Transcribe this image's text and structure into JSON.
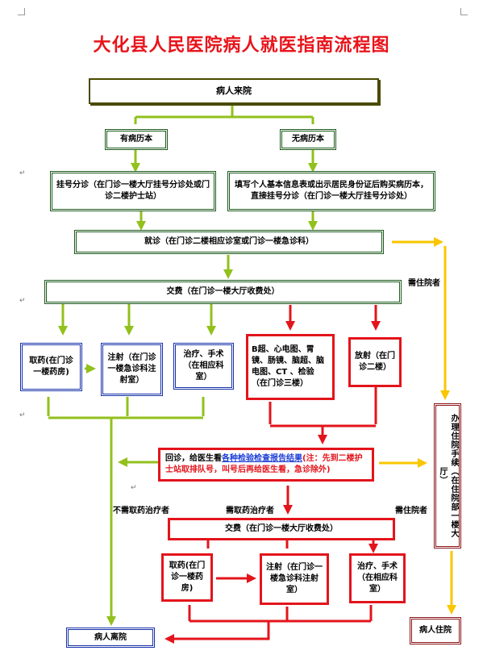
{
  "title": "大化县人民医院病人就医指南流程图",
  "nodes": {
    "arrive": "病人来院",
    "has_record": "有病历本",
    "no_record": "无病历本",
    "register_a": "挂号分诊（在门诊一楼大厅挂号分诊处或门诊二楼护士站）",
    "register_b": "填写个人基本信息表或出示居民身份证后购买病历本，直接挂号分诊（在门诊一楼大厅挂号分诊处）",
    "consult": "就诊（在门诊二楼相应诊室或门诊一楼急诊科）",
    "pay_1": "交费（在门诊一楼大厅收费处）",
    "pharmacy_1": "取药(在门诊一楼药房)",
    "injection_1": "注射（在门诊一楼急诊科注射室）",
    "treatment_1": "治疗、手术（在相应科室）",
    "exams": "B超、心电图、胃镜、肠镜、脑超、脑电图、CT 、检验（在门诊三楼）",
    "radiology": "放射（在门诊二楼）",
    "revisit_prefix": "回诊，给医生看",
    "revisit_link": "各种检验检查报告结果",
    "revisit_note": "(注：先到二楼护士站取排队号，叫号后再给医生看，急诊除外)",
    "pay_2": "交费（在门诊一楼大厅收费处）",
    "pharmacy_2": "取药(在门诊一楼药房)",
    "injection_2": "注射（在门诊一楼急诊科注射室）",
    "treatment_2": "治疗、手术（在相应科室）",
    "admission": "办理住院手续（在住院部一楼大厅）",
    "discharge": "病人离院",
    "inpatient": "病人住院"
  },
  "edge_labels": {
    "need_admission_1": "需住院者",
    "no_treatment": "不需取药治疗者",
    "need_treatment": "需取药治疗者",
    "need_admission_2": "需住院者"
  },
  "colors": {
    "green_arrow": "#92c01c",
    "red_arrow": "#e3141b",
    "yellow_arrow": "#f9c600",
    "title_red": "#e8141b"
  }
}
